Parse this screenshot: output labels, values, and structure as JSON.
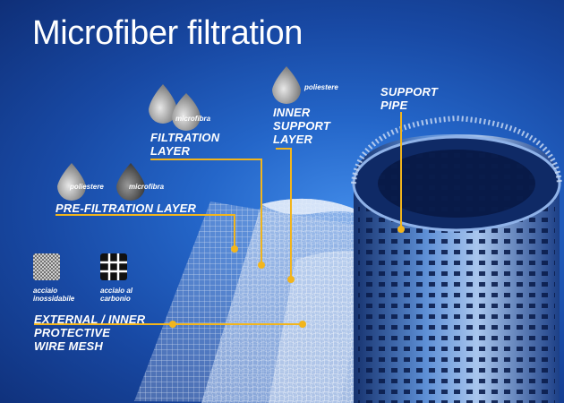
{
  "title": "Microfiber filtration",
  "labels": {
    "filtration_layer": [
      "FILTRATION",
      "LAYER"
    ],
    "inner_support_layer": [
      "INNER",
      "SUPPORT",
      "LAYER"
    ],
    "support_pipe": [
      "SUPPORT",
      "PIPE"
    ],
    "pre_filtration_layer": "PRE-FILTRATION LAYER",
    "wire_mesh": [
      "EXTERNAL / INNER",
      "PROTECTIVE",
      "WIRE MESH"
    ]
  },
  "materials": {
    "filtration_microfibra": "microfibra",
    "inner_support_poliestere": "poliestere",
    "prefilter_poliestere": "poliestere",
    "prefilter_microfibra": "microfibra",
    "stainless": [
      "acciaio",
      "inossidabile"
    ],
    "carbon": [
      "acciaio al",
      "carbonio"
    ]
  },
  "colors": {
    "background": "#1a4fae",
    "leader_line": "#f2b51c",
    "text": "#ffffff"
  }
}
